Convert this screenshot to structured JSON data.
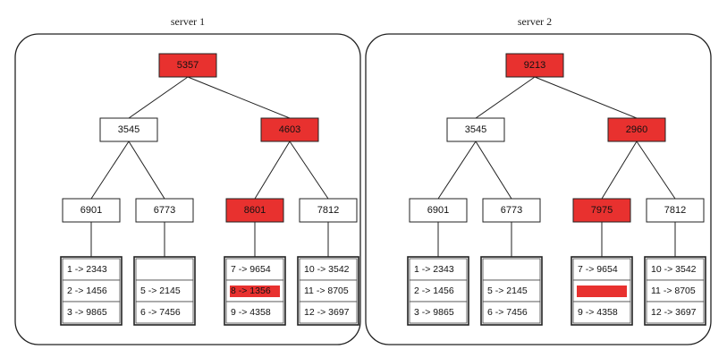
{
  "colors": {
    "highlight": "#e8312f",
    "normal": "#ffffff",
    "line": "#222222"
  },
  "servers": [
    {
      "title": "server 1",
      "root": {
        "label": "5357",
        "highlighted": true
      },
      "level1": [
        {
          "label": "3545",
          "highlighted": false
        },
        {
          "label": "4603",
          "highlighted": true
        }
      ],
      "level2": [
        {
          "label": "6901",
          "highlighted": false
        },
        {
          "label": "6773",
          "highlighted": false
        },
        {
          "label": "8601",
          "highlighted": true
        },
        {
          "label": "7812",
          "highlighted": false
        }
      ],
      "leaves": [
        {
          "entries": [
            {
              "text": "1 -> 2343"
            },
            {
              "text": "2 -> 1456"
            },
            {
              "text": "3 -> 9865"
            }
          ]
        },
        {
          "entries": [
            {
              "text": ""
            },
            {
              "text": "5 -> 2145"
            },
            {
              "text": "6 -> 7456"
            }
          ]
        },
        {
          "entries": [
            {
              "text": "7 -> 9654"
            },
            {
              "text": "8 -> 1356",
              "highlighted": true
            },
            {
              "text": "9 -> 4358"
            }
          ]
        },
        {
          "entries": [
            {
              "text": "10 -> 3542"
            },
            {
              "text": "11 -> 8705"
            },
            {
              "text": "12 -> 3697"
            }
          ]
        }
      ]
    },
    {
      "title": "server 2",
      "root": {
        "label": "9213",
        "highlighted": true
      },
      "level1": [
        {
          "label": "3545",
          "highlighted": false
        },
        {
          "label": "2960",
          "highlighted": true
        }
      ],
      "level2": [
        {
          "label": "6901",
          "highlighted": false
        },
        {
          "label": "6773",
          "highlighted": false
        },
        {
          "label": "7975",
          "highlighted": true
        },
        {
          "label": "7812",
          "highlighted": false
        }
      ],
      "leaves": [
        {
          "entries": [
            {
              "text": "1 -> 2343"
            },
            {
              "text": "2 -> 1456"
            },
            {
              "text": "3 -> 9865"
            }
          ]
        },
        {
          "entries": [
            {
              "text": ""
            },
            {
              "text": "5 -> 2145"
            },
            {
              "text": "6 -> 7456"
            }
          ]
        },
        {
          "entries": [
            {
              "text": "7 -> 9654"
            },
            {
              "text": "",
              "highlighted": true
            },
            {
              "text": "9 -> 4358"
            }
          ]
        },
        {
          "entries": [
            {
              "text": "10 -> 3542"
            },
            {
              "text": "11 -> 8705"
            },
            {
              "text": "12 -> 3697"
            }
          ]
        }
      ]
    }
  ]
}
